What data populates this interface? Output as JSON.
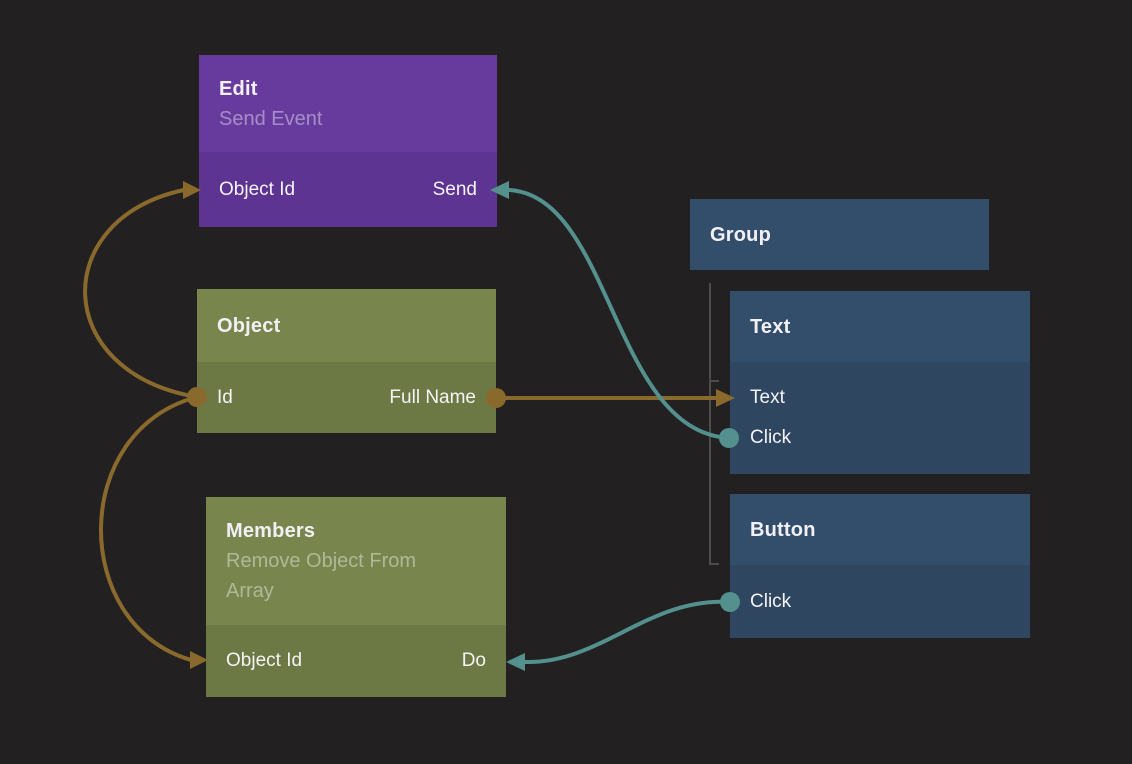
{
  "colors": {
    "background": "#222021",
    "orange": "#8a6a2c",
    "teal": "#53908e",
    "tree": "#4c4c4c",
    "purple_header": "#673b9e",
    "purple_body": "#5d3492",
    "green_header": "#78854d",
    "green_body": "#6c7944",
    "blue_header": "#334e6a",
    "blue_body": "#2e4660"
  },
  "nodes": {
    "edit": {
      "title": "Edit",
      "subtitle": "Send Event",
      "input": "Object Id",
      "output": "Send"
    },
    "object": {
      "title": "Object",
      "input": "Id",
      "output": "Full Name"
    },
    "members": {
      "title": "Members",
      "subtitle": "Remove Object From Array",
      "input": "Object Id",
      "output": "Do"
    },
    "group": {
      "title": "Group"
    },
    "text": {
      "title": "Text",
      "input": "Text",
      "input2": "Click"
    },
    "button": {
      "title": "Button",
      "input": "Click"
    }
  },
  "edges": [
    {
      "from": "Object.Id",
      "to": "Edit.Object Id",
      "color": "orange"
    },
    {
      "from": "Object.Id",
      "to": "Members.Object Id",
      "color": "orange"
    },
    {
      "from": "Object.Full Name",
      "to": "Text.Text",
      "color": "orange"
    },
    {
      "from": "Text.Click",
      "to": "Edit.Send",
      "color": "teal"
    },
    {
      "from": "Button.Click",
      "to": "Members.Do",
      "color": "teal"
    }
  ],
  "group_children": [
    "Text",
    "Button"
  ]
}
